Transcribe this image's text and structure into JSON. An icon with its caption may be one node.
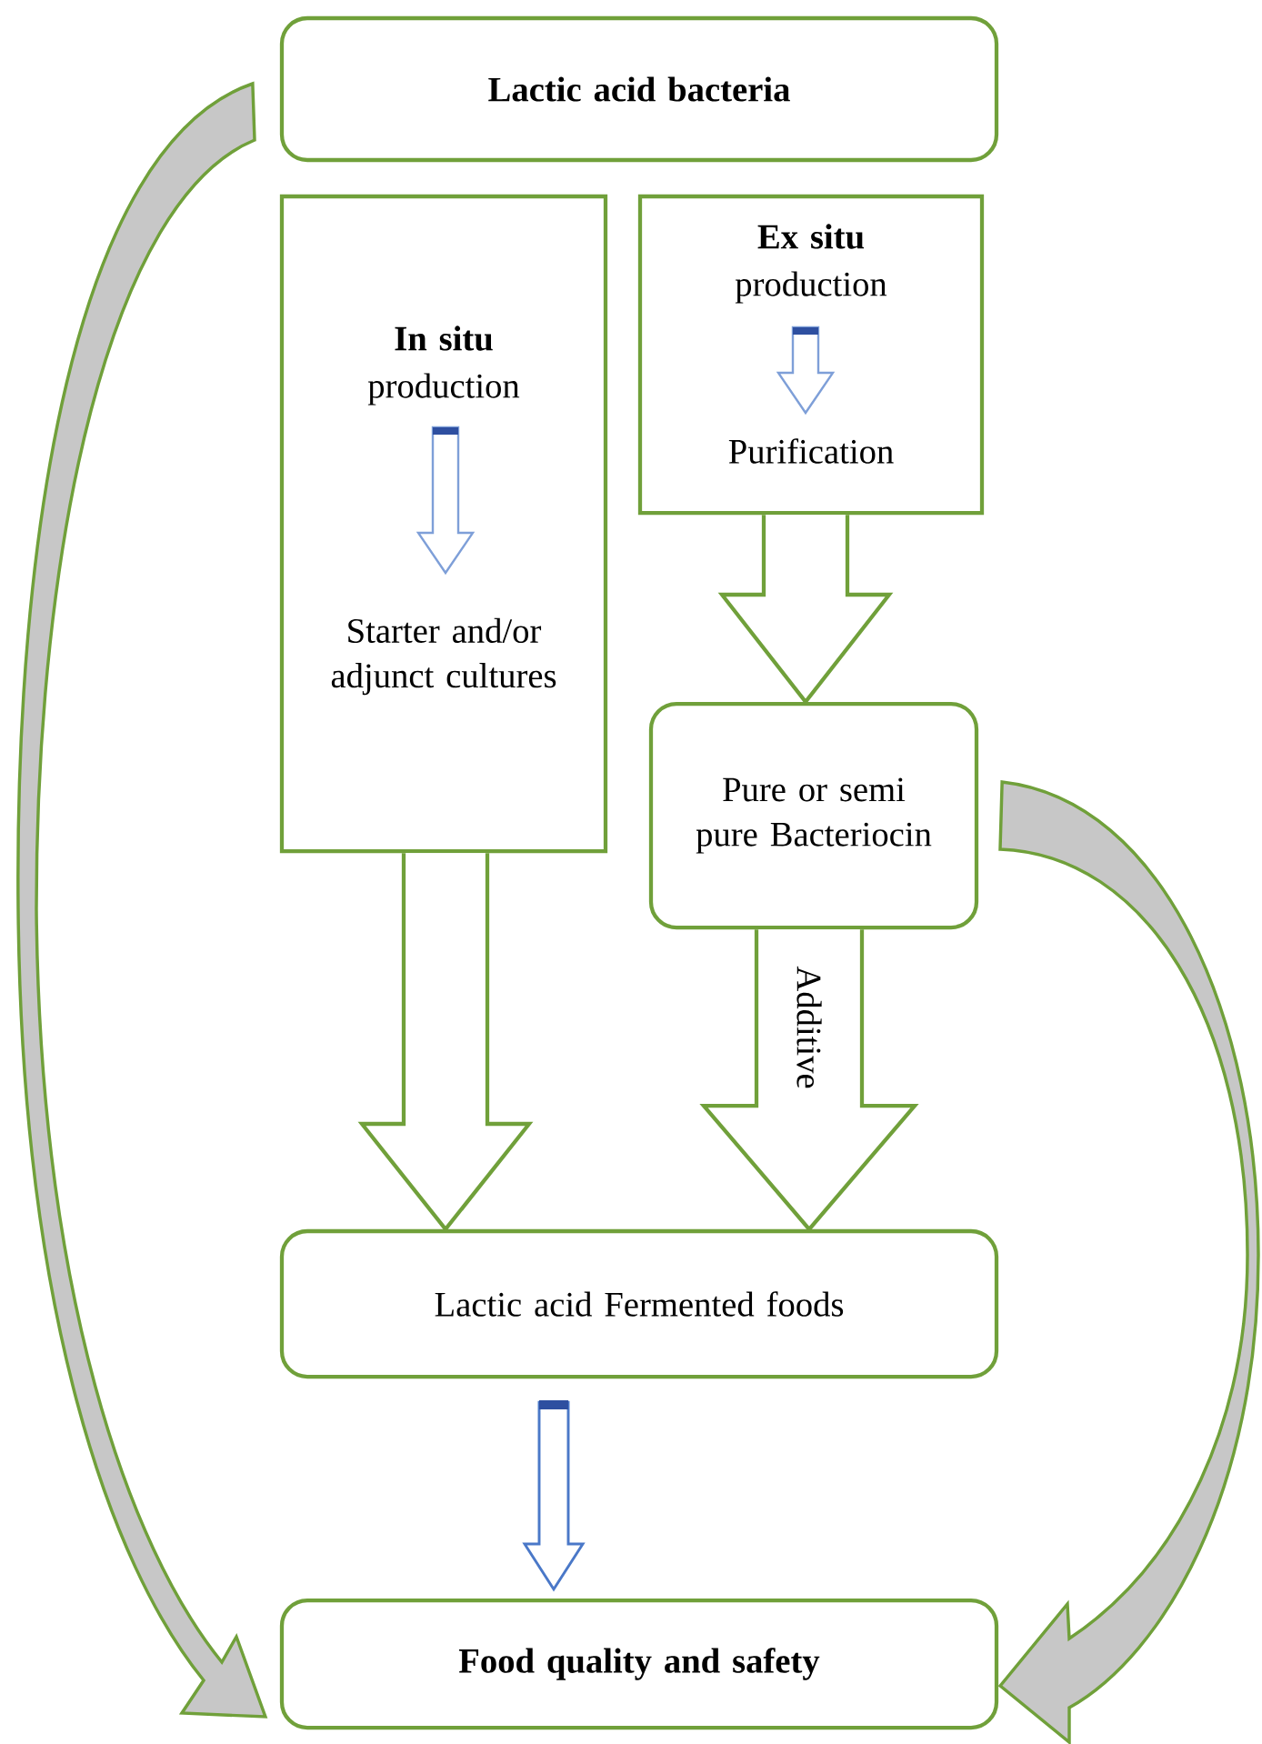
{
  "diagram": {
    "nodes": [
      {
        "text": [
          "Lactic acid bacteria"
        ]
      },
      {
        "text": [
          "In situ",
          "production",
          "Starter and/or adjunct cultures"
        ]
      },
      {
        "text": [
          "Ex situ",
          "production",
          "Purification"
        ]
      },
      {
        "text": [
          "Pure or semi pure Bacteriocin"
        ]
      },
      {
        "text": [
          "Lactic acid Fermented foods"
        ]
      },
      {
        "text": [
          "Food quality and safety"
        ]
      }
    ],
    "edges": [
      {
        "from": 0,
        "to": 5,
        "arrow": "to"
      },
      {
        "from": 1,
        "to": 4,
        "arrow": "to"
      },
      {
        "from": 2,
        "to": 3,
        "arrow": "to"
      },
      {
        "from": 3,
        "to": 4,
        "arrow": "to",
        "label": "Additive"
      },
      {
        "from": 3,
        "to": 5,
        "arrow": "to"
      },
      {
        "from": 4,
        "to": 5,
        "arrow": "to",
        "color": "#4a78c8"
      }
    ]
  }
}
